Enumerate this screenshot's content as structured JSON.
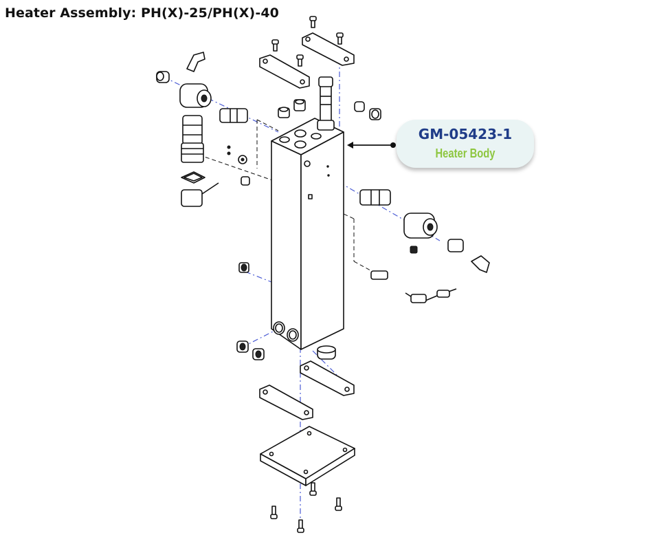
{
  "page": {
    "title": "Heater Assembly: PH(X)-25/PH(X)-40"
  },
  "callout": {
    "part_number": "GM-05423-1",
    "part_name": "Heater Body",
    "text_colors": {
      "part_number": "#1f3c88",
      "part_name": "#8dc63f"
    },
    "background": "#eaf4f4"
  },
  "diagram": {
    "type": "exploded-view",
    "subject": "heater assembly",
    "line_color": "#111111",
    "centerline_color": "#4a5bd4"
  }
}
